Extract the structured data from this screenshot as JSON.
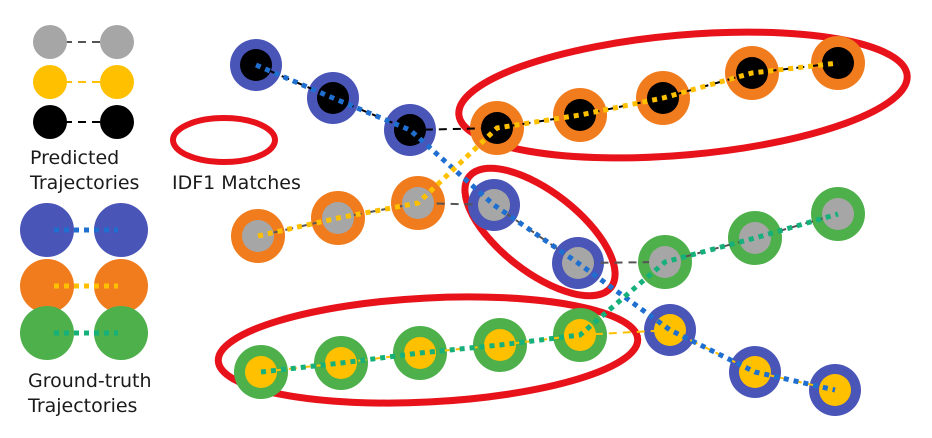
{
  "legend": {
    "predicted_label_line1": "Predicted",
    "predicted_label_line2": "Trajectories",
    "idf1_label": "IDF1 Matches",
    "gt_label_line1": "Ground-truth",
    "gt_label_line2": "Trajectories"
  },
  "colors": {
    "gt_blue": "#4a55b8",
    "gt_orange": "#f07c1e",
    "gt_green": "#4db04a",
    "pred_gray": "#a6a6a6",
    "pred_yellow": "#ffc000",
    "pred_black": "#000000",
    "match_ellipse": "#e8131a",
    "gt_blue_line": "#1f6fd1",
    "gt_orange_line": "#ffc000",
    "gt_green_line": "#16b07a"
  }
}
